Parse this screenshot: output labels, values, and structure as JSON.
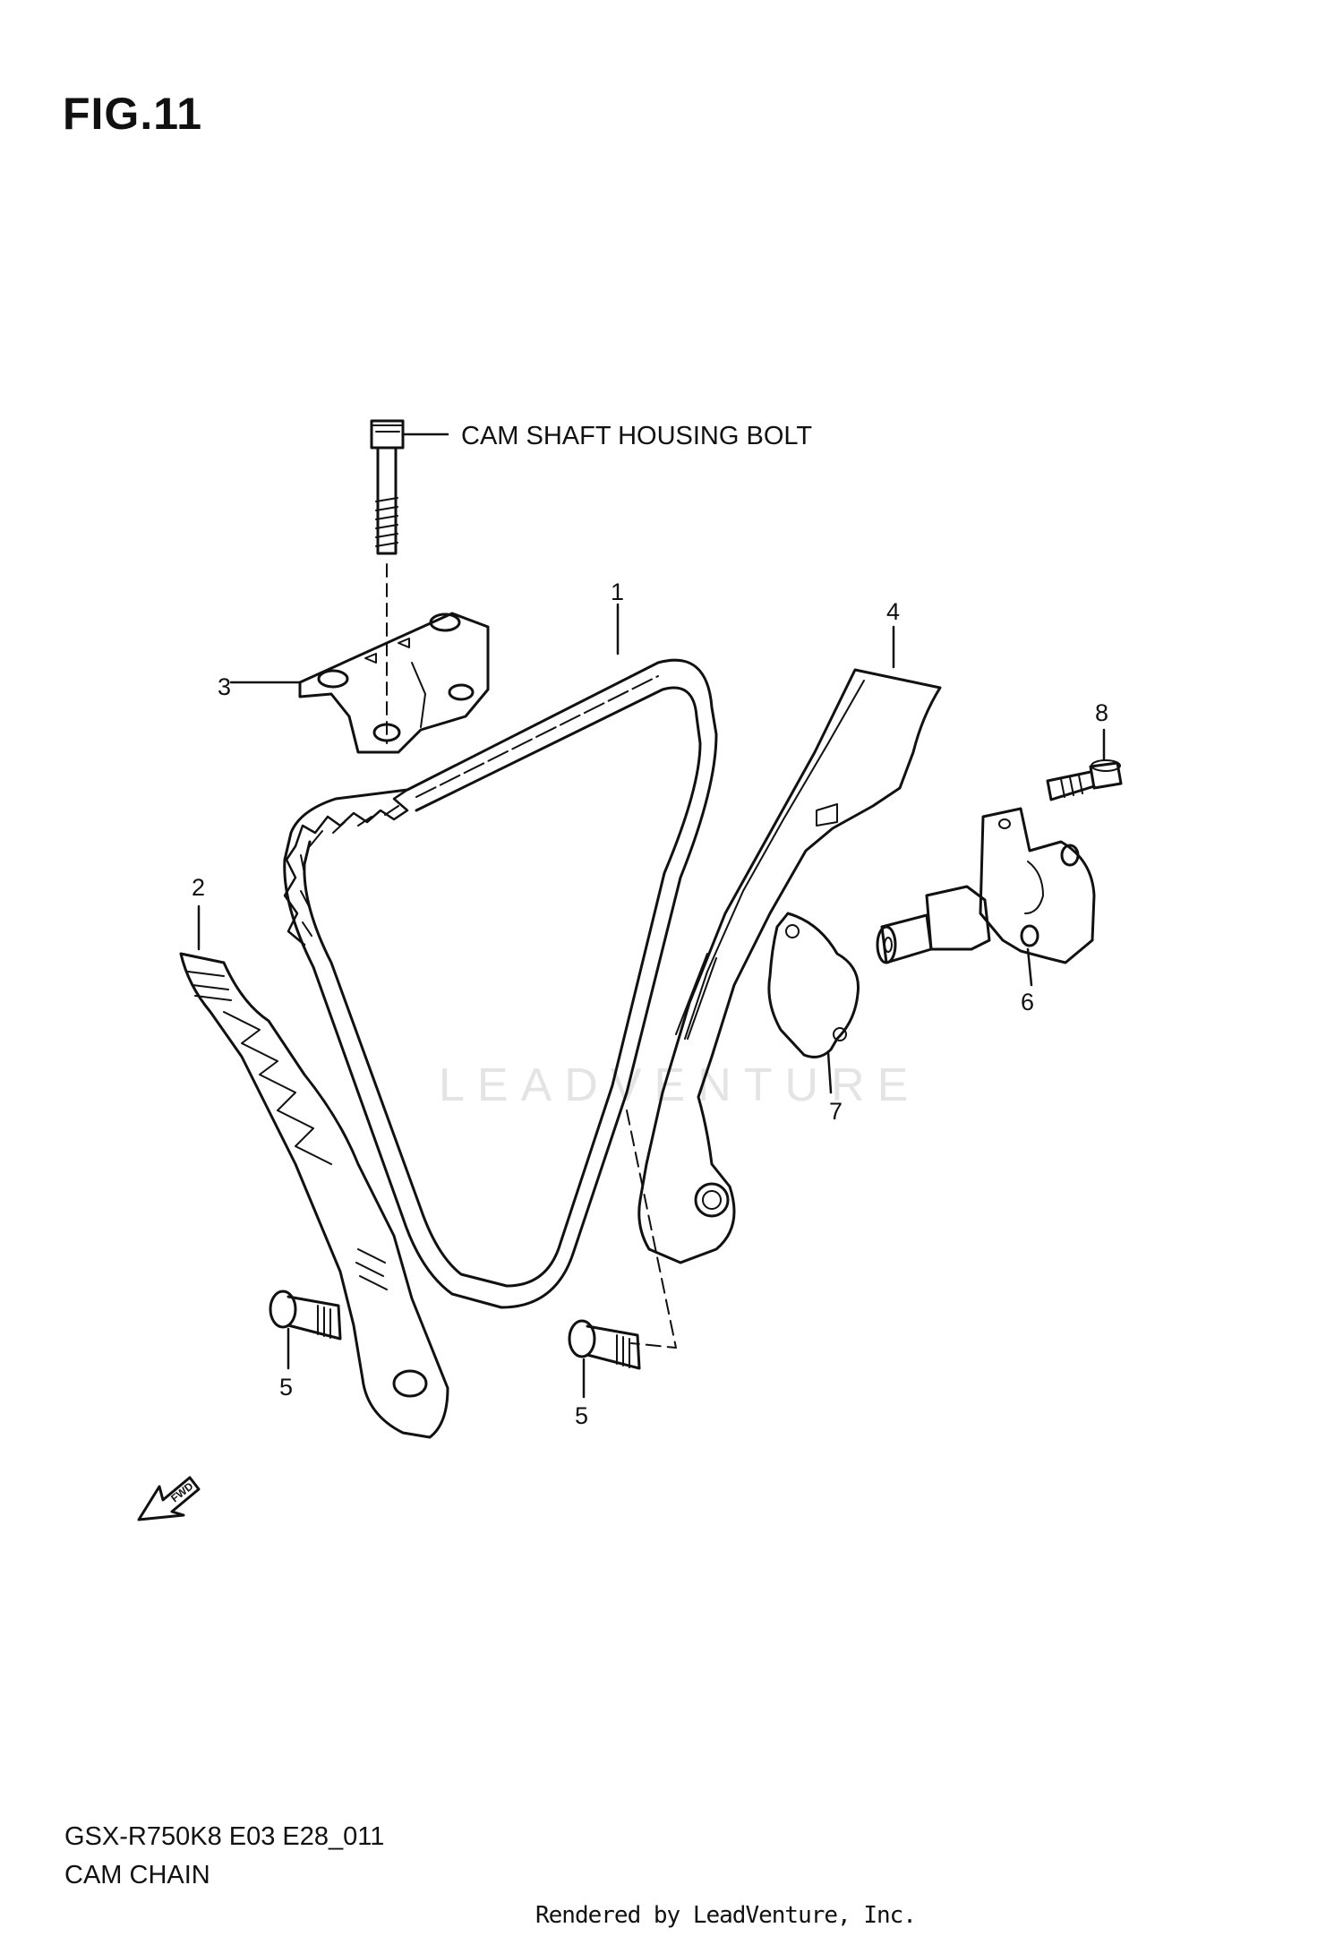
{
  "figure": {
    "title": "FIG.11",
    "callout_note": "CAM SHAFT HOUSING BOLT",
    "watermark": "LEADVENTURE",
    "fwd_label": "FWD"
  },
  "parts": [
    {
      "ref": "1"
    },
    {
      "ref": "2"
    },
    {
      "ref": "3"
    },
    {
      "ref": "4"
    },
    {
      "ref": "5"
    },
    {
      "ref": "5"
    },
    {
      "ref": "6"
    },
    {
      "ref": "7"
    },
    {
      "ref": "8"
    }
  ],
  "footer": {
    "code": "GSX-R750K8 E03 E28_011",
    "name": "CAM CHAIN",
    "credit": "Rendered by LeadVenture, Inc."
  }
}
